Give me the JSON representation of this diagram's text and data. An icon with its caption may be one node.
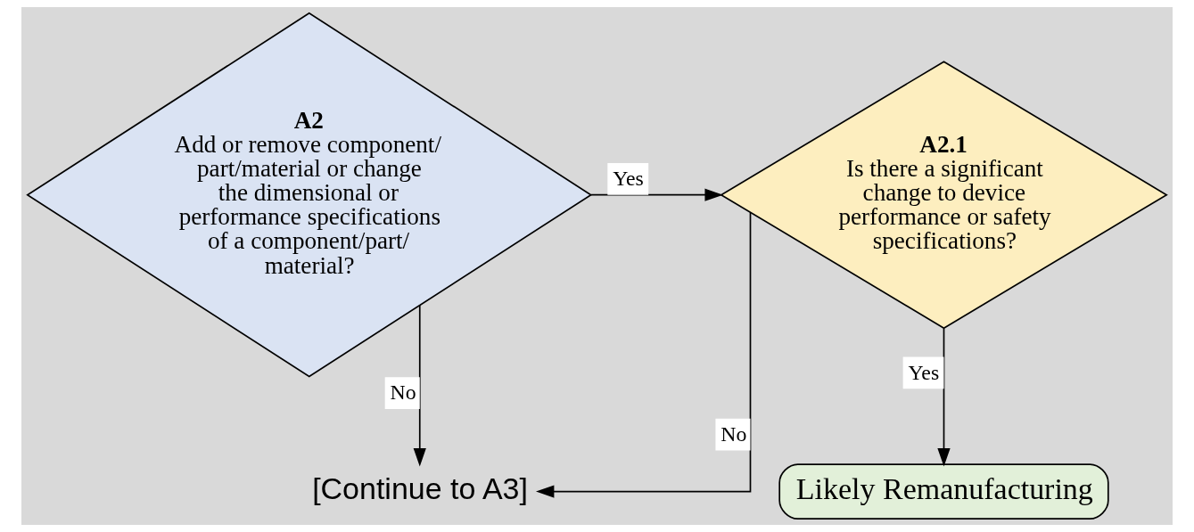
{
  "diagram": {
    "nodes": [
      {
        "text": [
          "A2",
          "Add or remove component/ part/material or change the dimensional or performance specifications of a component/part/ material?"
        ]
      },
      {
        "text": [
          "A2.1",
          "Is there a significant change to device performance or safety specifications?"
        ]
      },
      {
        "text": [
          "[Continue to A3]"
        ]
      },
      {
        "text": [
          "Likely Remanufacturing"
        ]
      }
    ],
    "edges": [
      {
        "from": 0,
        "to": 1,
        "arrow": "to",
        "label": "Yes"
      },
      {
        "from": 1,
        "to": 3,
        "arrow": "to",
        "label": "Yes"
      },
      {
        "from": 0,
        "to": 2,
        "arrow": "to",
        "label": "No"
      },
      {
        "from": 1,
        "to": 2,
        "arrow": "to",
        "label": "No"
      }
    ]
  }
}
